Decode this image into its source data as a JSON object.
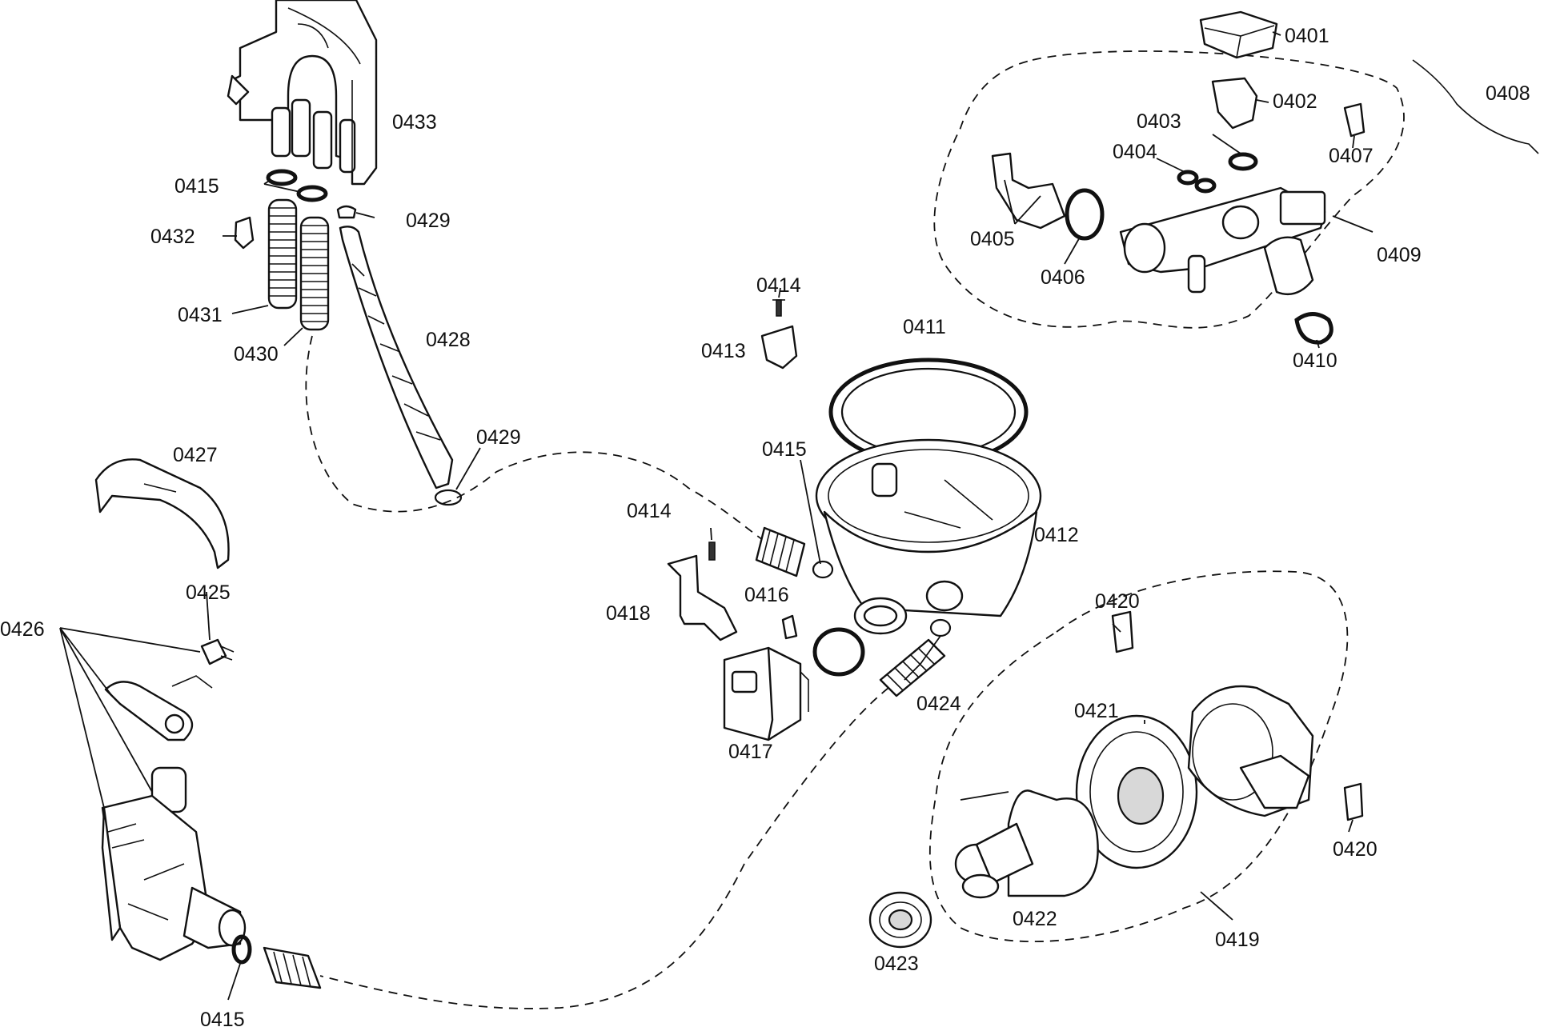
{
  "labels": {
    "p0401": "0401",
    "p0402": "0402",
    "p0403": "0403",
    "p0404": "0404",
    "p0405": "0405",
    "p0406": "0406",
    "p0407": "0407",
    "p0408": "0408",
    "p0409": "0409",
    "p0410": "0410",
    "p0411": "0411",
    "p0412": "0412",
    "p0413": "0413",
    "p0414": "0414",
    "p0415": "0415",
    "p0416": "0416",
    "p0417": "0417",
    "p0418": "0418",
    "p0419": "0419",
    "p0420": "0420",
    "p0421": "0421",
    "p0422": "0422",
    "p0423": "0423",
    "p0424": "0424",
    "p0425": "0425",
    "p0426": "0426",
    "p0427": "0427",
    "p0428": "0428",
    "p0429": "0429",
    "p0430": "0430",
    "p0431": "0431",
    "p0432": "0432",
    "p0433": "0433"
  }
}
